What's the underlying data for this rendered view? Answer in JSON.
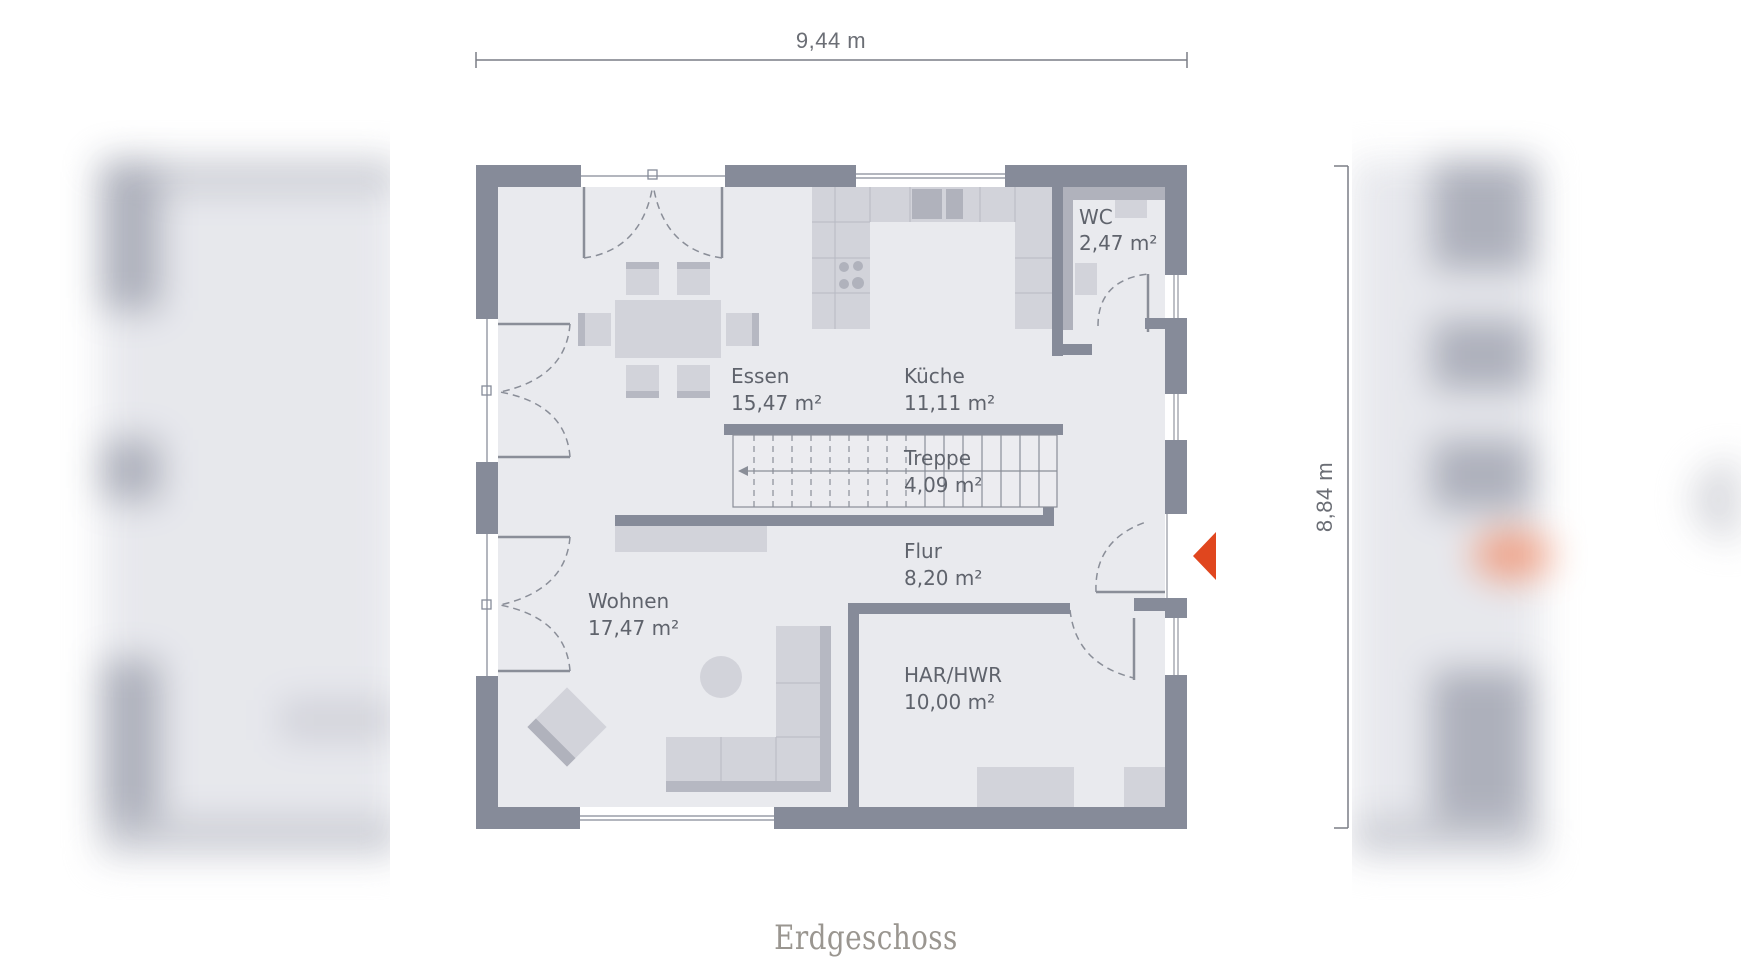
{
  "plan": {
    "floor_label": "Erdgeschoss",
    "dimensions": {
      "width": "9,44 m",
      "depth": "8,84 m"
    },
    "rooms": [
      {
        "name": "Essen",
        "area": "15,47 m²"
      },
      {
        "name": "Küche",
        "area": "11,11 m²"
      },
      {
        "name": "WC",
        "area": "2,47 m²"
      },
      {
        "name": "Treppe",
        "area": "4,09 m²"
      },
      {
        "name": "Flur",
        "area": "8,20 m²"
      },
      {
        "name": "Wohnen",
        "area": "17,47 m²"
      },
      {
        "name": "HAR/HWR",
        "area": "10,00 m²"
      }
    ],
    "entrance_marker": "entrance-arrow"
  },
  "colors": {
    "wall": "#868b99",
    "floor": "#e9eaee",
    "furniture": "#d2d3da",
    "furniture_dark": "#acaeb8",
    "entrance": "#e0461e",
    "label": "#9a9690",
    "text": "#5f636c"
  }
}
